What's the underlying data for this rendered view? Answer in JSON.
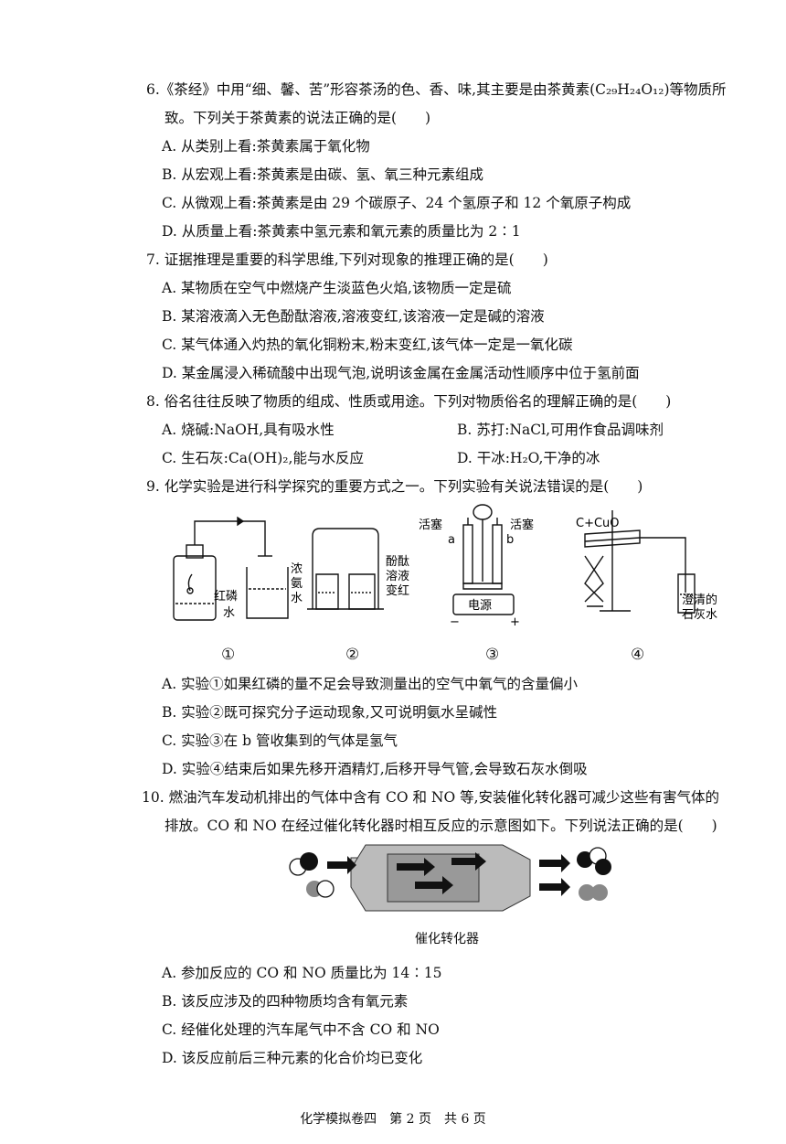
{
  "q6": {
    "stem1": "6.《茶经》中用“细、馨、苦”形容茶汤的色、香、味,其主要是由茶黄素(C₂₉H₂₄O₁₂)等物质所",
    "stem2": "致。下列关于茶黄素的说法正确的是(　　)",
    "A": "A. 从类别上看:茶黄素属于氧化物",
    "B": "B. 从宏观上看:茶黄素是由碳、氢、氧三种元素组成",
    "C": "C. 从微观上看:茶黄素是由 29 个碳原子、24 个氢原子和 12 个氧原子构成",
    "D": "D. 从质量上看:茶黄素中氢元素和氧元素的质量比为 2∶1"
  },
  "q7": {
    "stem": "7. 证据推理是重要的科学思维,下列对现象的推理正确的是(　　)",
    "A": "A. 某物质在空气中燃烧产生淡蓝色火焰,该物质一定是硫",
    "B": "B. 某溶液滴入无色酚酞溶液,溶液变红,该溶液一定是碱的溶液",
    "C": "C. 某气体通入灼热的氧化铜粉末,粉末变红,该气体一定是一氧化碳",
    "D": "D. 某金属浸入稀硫酸中出现气泡,说明该金属在金属活动性顺序中位于氢前面"
  },
  "q8": {
    "stem": "8. 俗名往往反映了物质的组成、性质或用途。下列对物质俗名的理解正确的是(　　)",
    "A": "A. 烧碱:NaOH,具有吸水性",
    "B": "B. 苏打:NaCl,可用作食品调味剂",
    "C": "C. 生石灰:Ca(OH)₂,能与水反应",
    "D": "D. 干冰:H₂O,干净的冰"
  },
  "q9": {
    "stem": "9. 化学实验是进行科学探究的重要方式之一。下列实验有关说法错误的是(　　)",
    "labels": {
      "red_phosphorus": "红磷",
      "water": "水",
      "ammonia_1": "浓",
      "ammonia_2": "氨",
      "ammonia_3": "水",
      "phenol_1": "酚酞",
      "phenol_2": "溶液",
      "phenol_3": "变红",
      "stopcock_left": "活塞",
      "stopcock_right": "活塞",
      "tube_a": "a",
      "tube_b": "b",
      "power": "电源",
      "minus": "−",
      "plus": "+",
      "reactants": "C+CuO",
      "limewater_1": "澄清的",
      "limewater_2": "石灰水"
    },
    "nums": [
      "①",
      "②",
      "③",
      "④"
    ],
    "A": "A. 实验①如果红磷的量不足会导致测量出的空气中氧气的含量偏小",
    "B": "B. 实验②既可探究分子运动现象,又可说明氨水呈碱性",
    "C": "C. 实验③在 b 管收集到的气体是氢气",
    "D": "D. 实验④结束后如果先移开酒精灯,后移开导气管,会导致石灰水倒吸"
  },
  "q10": {
    "stem1": "10. 燃油汽车发动机排出的气体中含有 CO 和 NO 等,安装催化转化器可减少这些有害气体的",
    "stem2": "排放。CO 和 NO 在经过催化转化器时相互反应的示意图如下。下列说法正确的是(　　)",
    "caption": "催化转化器",
    "A": "A. 参加反应的 CO 和 NO 质量比为 14∶15",
    "B": "B. 该反应涉及的四种物质均含有氧元素",
    "C": "C. 经催化处理的汽车尾气中不含 CO 和 NO",
    "D": "D. 该反应前后三种元素的化合价均已变化"
  },
  "footer": "化学模拟卷四　第 2 页　共 6 页"
}
